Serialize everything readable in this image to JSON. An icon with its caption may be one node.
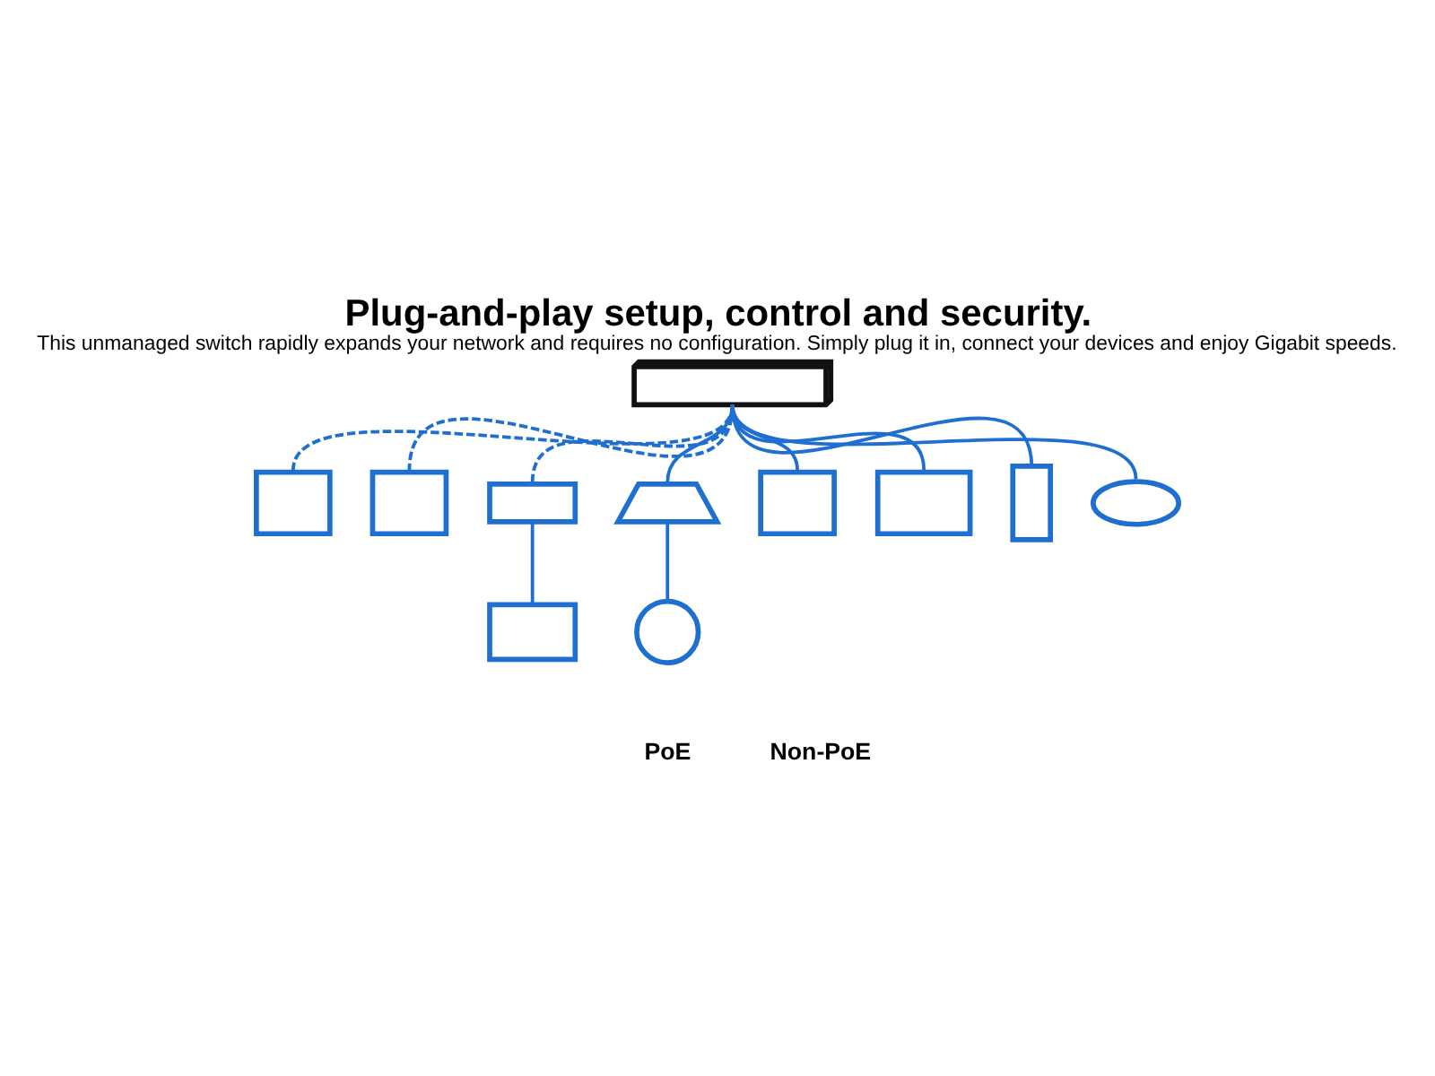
{
  "diagram": {
    "title": "Plug-and-play setup, control and security.",
    "caption": "This unmanaged switch rapidly expands your network and requires no configuration. Simply plug it in, connect your devices and enjoy Gigabit speeds.",
    "nodes": [
      {
        "text": [],
        "shape": "box"
      },
      {
        "text": [],
        "shape": "box"
      },
      {
        "text": [],
        "shape": "box"
      },
      {
        "text": [],
        "shape": "box"
      },
      {
        "text": [],
        "shape": "trapezium"
      },
      {
        "text": [],
        "shape": "box"
      },
      {
        "text": [],
        "shape": "box"
      },
      {
        "text": [],
        "shape": "box"
      },
      {
        "text": [],
        "shape": "ellipse"
      },
      {
        "text": [],
        "shape": "box"
      },
      {
        "text": [],
        "shape": "circle"
      }
    ],
    "edges": [
      {
        "from": 0,
        "to": 1,
        "arrow": "none",
        "style": "dashed"
      },
      {
        "from": 0,
        "to": 2,
        "arrow": "none",
        "style": "dashed"
      },
      {
        "from": 0,
        "to": 3,
        "arrow": "none",
        "style": "dashed"
      },
      {
        "from": 0,
        "to": 4,
        "arrow": "none"
      },
      {
        "from": 0,
        "to": 5,
        "arrow": "none"
      },
      {
        "from": 0,
        "to": 6,
        "arrow": "none"
      },
      {
        "from": 0,
        "to": 7,
        "arrow": "none"
      },
      {
        "from": 0,
        "to": 8,
        "arrow": "none"
      },
      {
        "from": 3,
        "to": 9,
        "arrow": "none"
      },
      {
        "from": 4,
        "to": 10,
        "arrow": "none"
      }
    ],
    "legend": [
      {
        "text": "PoE"
      },
      {
        "text": "Non-PoE"
      }
    ]
  }
}
